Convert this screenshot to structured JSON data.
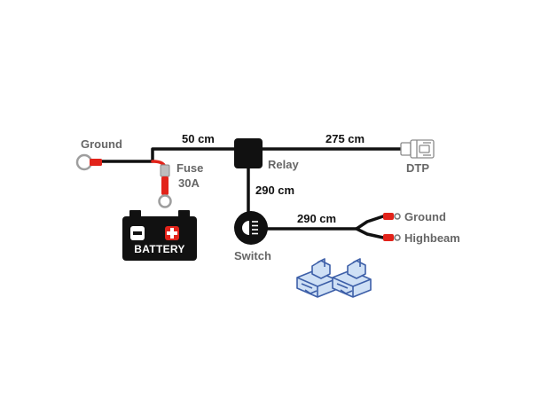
{
  "labels": {
    "ground_left": "Ground",
    "fuse": "Fuse",
    "fuse_rating": "30A",
    "battery": "BATTERY",
    "relay": "Relay",
    "dtp": "DTP",
    "switch": "Switch",
    "ground_right": "Ground",
    "highbeam": "Highbeam"
  },
  "lengths": {
    "ground_to_relay": "50 cm",
    "relay_to_dtp": "275 cm",
    "relay_to_switch": "290 cm",
    "switch_to_outputs": "290 cm"
  },
  "colors": {
    "wire": "#111111",
    "red": "#e2231a",
    "terminal_gray": "#bdbdbd",
    "label_gray": "#666666",
    "connector_blue": "#3d5fa8",
    "connector_fill": "#cfe0f5"
  },
  "icons": [
    "battery-icon",
    "relay-box-icon",
    "switch-icon",
    "dtp-connector-icon",
    "scotchlok-connector-icon"
  ]
}
